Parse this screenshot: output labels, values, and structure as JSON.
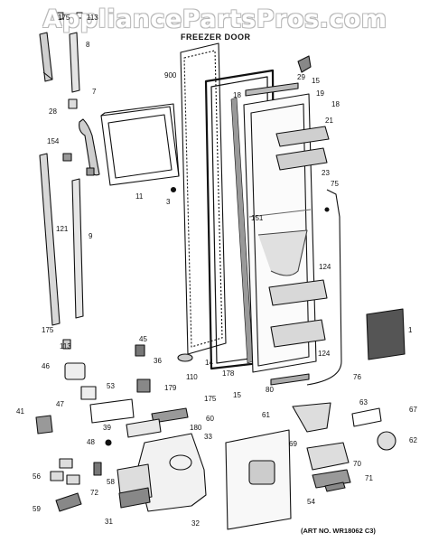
{
  "watermark": "AppliancePartsPros.com",
  "diagram_title": "FREEZER DOOR",
  "art_number": "(ART NO. WR18062 C3)",
  "callouts": [
    {
      "id": "c175a",
      "label": "175"
    },
    {
      "id": "c113a",
      "label": "113"
    },
    {
      "id": "c8",
      "label": "8"
    },
    {
      "id": "c900",
      "label": "900"
    },
    {
      "id": "c29",
      "label": "29"
    },
    {
      "id": "c15a",
      "label": "15"
    },
    {
      "id": "c18a",
      "label": "18"
    },
    {
      "id": "c19",
      "label": "19"
    },
    {
      "id": "c18b",
      "label": "18"
    },
    {
      "id": "c7",
      "label": "7"
    },
    {
      "id": "c28",
      "label": "28"
    },
    {
      "id": "c21",
      "label": "21"
    },
    {
      "id": "c154",
      "label": "154"
    },
    {
      "id": "c23",
      "label": "23"
    },
    {
      "id": "c11",
      "label": "11"
    },
    {
      "id": "c3",
      "label": "3"
    },
    {
      "id": "c75",
      "label": "75"
    },
    {
      "id": "c151",
      "label": "151"
    },
    {
      "id": "c121",
      "label": "121"
    },
    {
      "id": "c9",
      "label": "9"
    },
    {
      "id": "c124a",
      "label": "124"
    },
    {
      "id": "c1",
      "label": "1"
    },
    {
      "id": "c175b",
      "label": "175"
    },
    {
      "id": "c113b",
      "label": "113"
    },
    {
      "id": "c124b",
      "label": "124"
    },
    {
      "id": "c45",
      "label": "45"
    },
    {
      "id": "c14",
      "label": "14"
    },
    {
      "id": "c36",
      "label": "36"
    },
    {
      "id": "c110",
      "label": "110"
    },
    {
      "id": "c178",
      "label": "178"
    },
    {
      "id": "c46",
      "label": "46"
    },
    {
      "id": "c76",
      "label": "76"
    },
    {
      "id": "c80",
      "label": "80"
    },
    {
      "id": "c15b",
      "label": "15"
    },
    {
      "id": "c53",
      "label": "53"
    },
    {
      "id": "c179",
      "label": "179"
    },
    {
      "id": "c175c",
      "label": "175"
    },
    {
      "id": "c47",
      "label": "47"
    },
    {
      "id": "c63",
      "label": "63"
    },
    {
      "id": "c67",
      "label": "67"
    },
    {
      "id": "c41",
      "label": "41"
    },
    {
      "id": "c60",
      "label": "60"
    },
    {
      "id": "c61",
      "label": "61"
    },
    {
      "id": "c39",
      "label": "39"
    },
    {
      "id": "c180",
      "label": "180"
    },
    {
      "id": "c62",
      "label": "62"
    },
    {
      "id": "c48",
      "label": "48"
    },
    {
      "id": "c33",
      "label": "33"
    },
    {
      "id": "c69",
      "label": "69"
    },
    {
      "id": "c70",
      "label": "70"
    },
    {
      "id": "c71",
      "label": "71"
    },
    {
      "id": "c56",
      "label": "56"
    },
    {
      "id": "c72",
      "label": "72"
    },
    {
      "id": "c58",
      "label": "58"
    },
    {
      "id": "c54",
      "label": "54"
    },
    {
      "id": "c59",
      "label": "59"
    },
    {
      "id": "c31",
      "label": "31"
    },
    {
      "id": "c32",
      "label": "32"
    }
  ]
}
